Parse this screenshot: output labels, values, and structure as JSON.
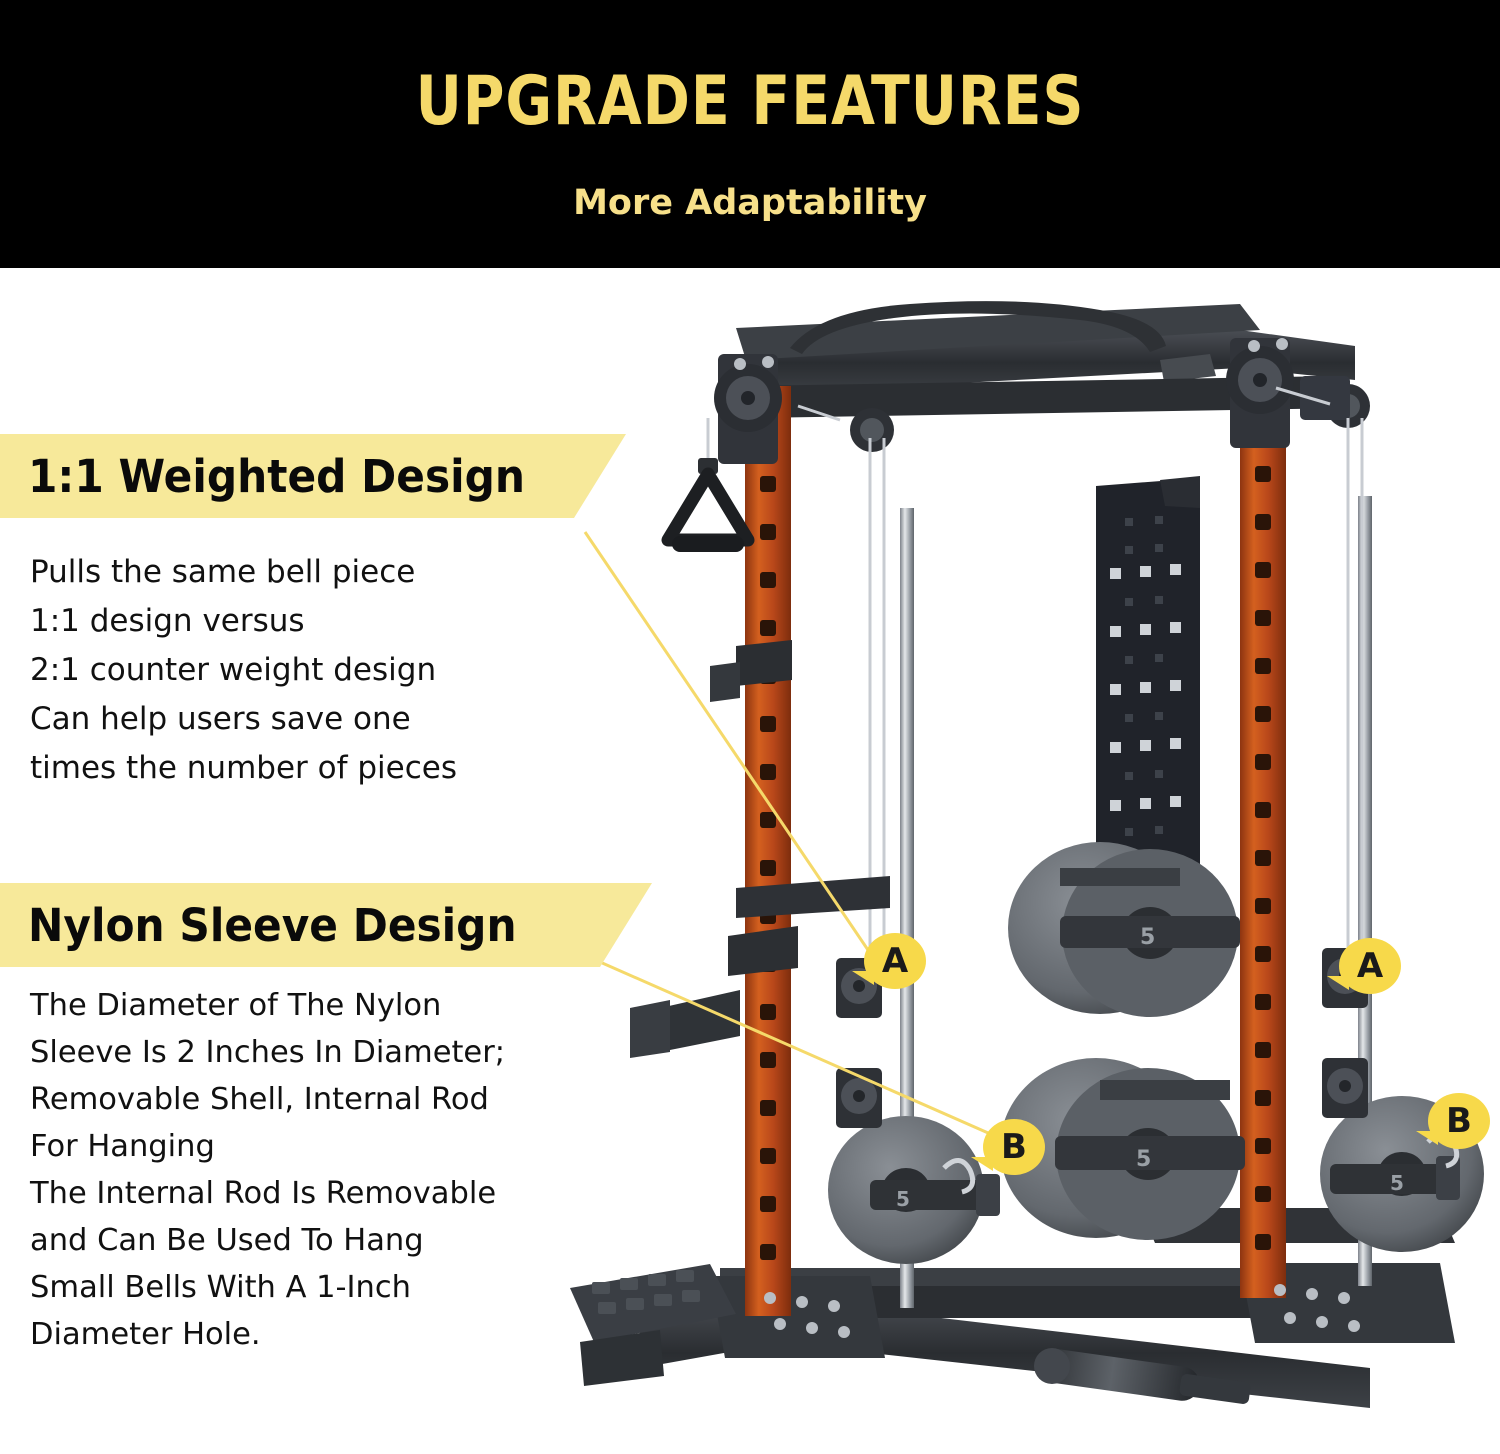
{
  "header": {
    "title": "UPGRADE FEATURES",
    "subtitle": "More Adaptability",
    "bg_color": "#000000",
    "title_color": "#f5d96a"
  },
  "callouts": [
    {
      "id": "weighted-design",
      "banner": "1:1 Weighted Design",
      "banner_color": "#f7e99a",
      "body": "Pulls the same bell piece\n1:1 design versus\n2:1 counter weight design\nCan help users save one\ntimes the number of pieces"
    },
    {
      "id": "nylon-sleeve-design",
      "banner": "Nylon Sleeve Design",
      "banner_color": "#f7e99a",
      "body": "The Diameter of The Nylon\nSleeve Is 2 Inches In Diameter;\nRemovable Shell, Internal Rod\nFor Hanging\nThe Internal Rod Is Removable\nand Can Be Used To Hang\nSmall Bells With A 1-Inch\nDiameter Hole."
    }
  ],
  "markers": [
    {
      "id": "a-left",
      "label": "A"
    },
    {
      "id": "a-right",
      "label": "A"
    },
    {
      "id": "b-left",
      "label": "B"
    },
    {
      "id": "b-right",
      "label": "B"
    }
  ],
  "photo": {
    "alt_name": "power-rack-with-cable-crossover-and-weight-plates",
    "frame_color": "#d2561c",
    "metal_color": "#3a3d42",
    "plate_color": "#6e7277",
    "plate_labels": [
      "5",
      "5",
      "5",
      "5"
    ]
  }
}
